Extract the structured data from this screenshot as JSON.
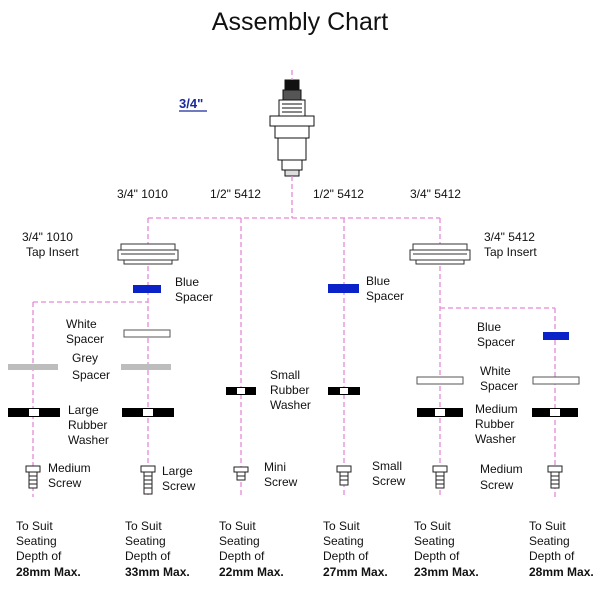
{
  "title": "Assembly Chart",
  "size_badge": "3/4\"",
  "colors": {
    "guide_line": "#e38ad8",
    "blue_spacer": "#0b22c8",
    "grey_spacer": "#bdbdbd",
    "washer": "#000000"
  },
  "top_labels": [
    "3/4\" 1010",
    "1/2\" 5412",
    "1/2\" 5412",
    "3/4\" 5412"
  ],
  "tap_inserts": {
    "left": [
      "3/4\" 1010",
      "Tap Insert"
    ],
    "right": [
      "3/4\" 5412",
      "Tap Insert"
    ]
  },
  "part_labels": {
    "blue_spacer_1": [
      "Blue",
      "Spacer"
    ],
    "blue_spacer_2": [
      "Blue",
      "Spacer"
    ],
    "blue_spacer_3": [
      "Blue",
      "Spacer"
    ],
    "white_spacer_1": [
      "White",
      "Spacer"
    ],
    "white_spacer_2": [
      "White",
      "Spacer"
    ],
    "grey_spacer": [
      "Grey",
      "Spacer"
    ],
    "large_washer": [
      "Large",
      "Rubber",
      "Washer"
    ],
    "small_washer": [
      "Small",
      "Rubber",
      "Washer"
    ],
    "medium_washer": [
      "Medium",
      "Rubber",
      "Washer"
    ],
    "medium_screw_1": [
      "Medium",
      "Screw"
    ],
    "large_screw": [
      "Large",
      "Screw"
    ],
    "mini_screw": [
      "Mini",
      "Screw"
    ],
    "small_screw": [
      "Small",
      "Screw"
    ],
    "medium_screw_2": [
      "Medium",
      "Screw"
    ]
  },
  "seating": {
    "prefix": [
      "To Suit",
      "Seating",
      "Depth of"
    ],
    "values": [
      "28mm Max.",
      "33mm Max.",
      "22mm Max.",
      "27mm Max.",
      "23mm Max.",
      "28mm Max."
    ]
  }
}
